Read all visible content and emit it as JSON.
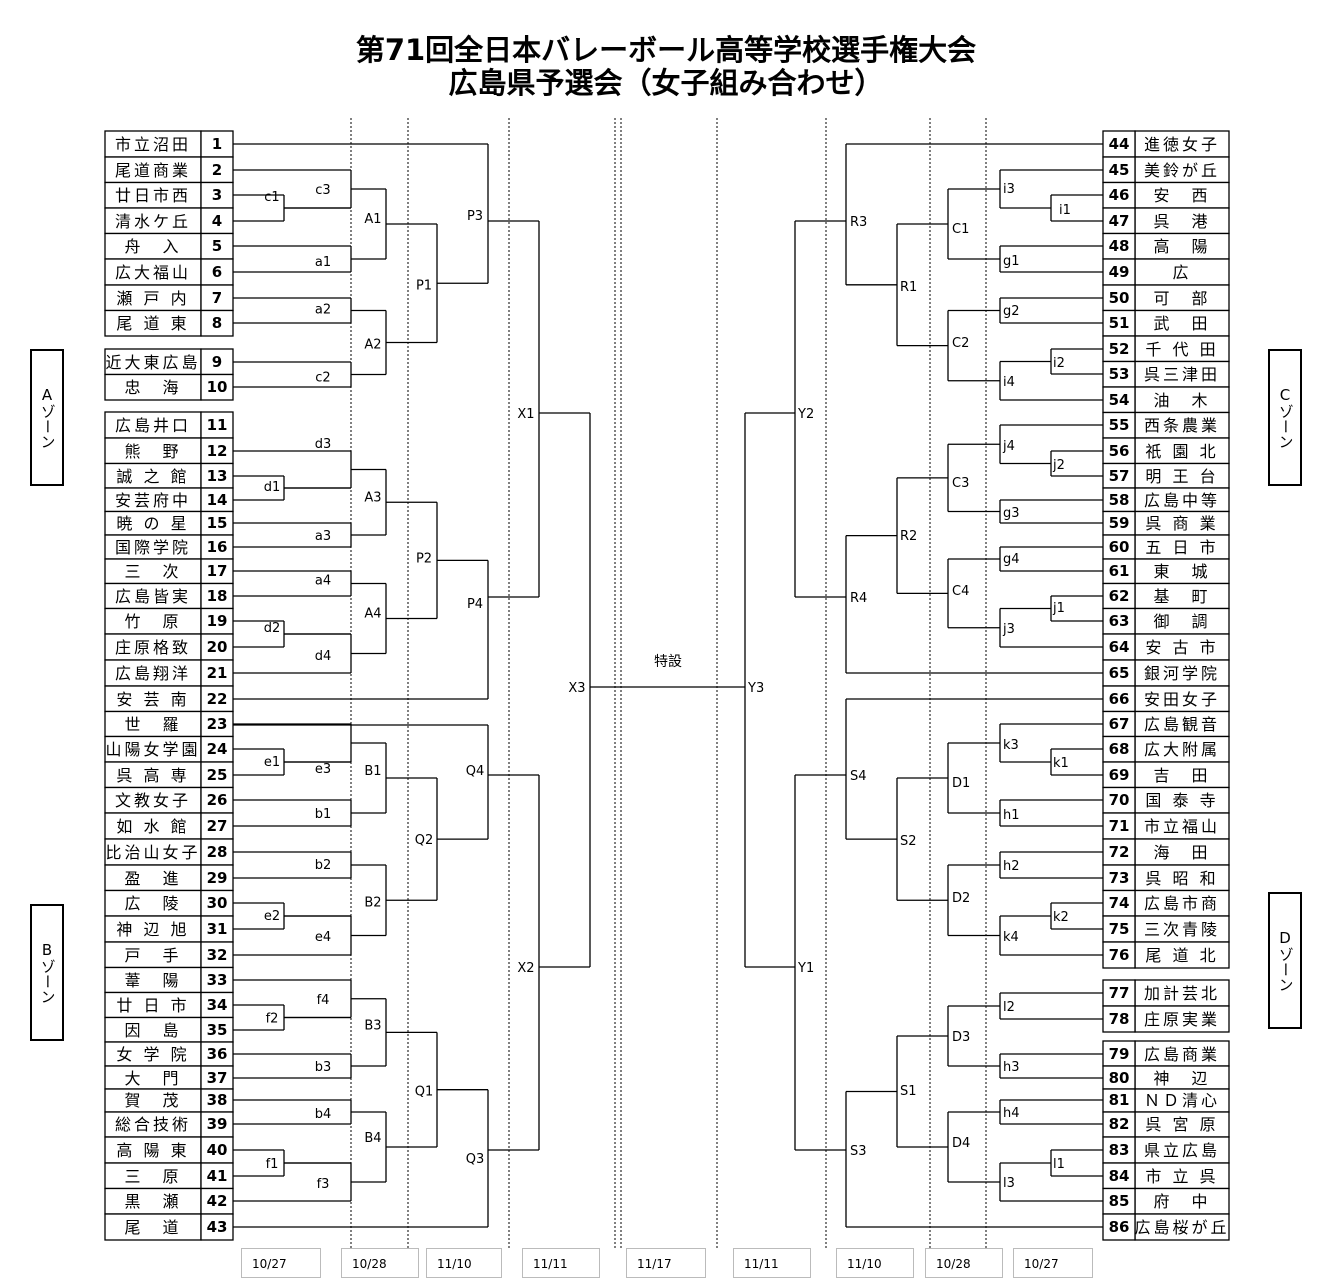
{
  "title": {
    "line1": "第71回全日本バレーボール高等学校選手権大会",
    "line2": "広島県予選会（女子組み合わせ）"
  },
  "teams": [
    {
      "no": "1",
      "name": "市立沼田"
    },
    {
      "no": "2",
      "name": "尾道商業"
    },
    {
      "no": "3",
      "name": "廿日市西"
    },
    {
      "no": "4",
      "name": "清水ケ丘"
    },
    {
      "no": "5",
      "name": "舟　入"
    },
    {
      "no": "6",
      "name": "広大福山"
    },
    {
      "no": "7",
      "name": "瀬 戸 内"
    },
    {
      "no": "8",
      "name": "尾 道 東"
    },
    {
      "no": "9",
      "name": "近大東広島"
    },
    {
      "no": "10",
      "name": "忠　海"
    },
    {
      "no": "11",
      "name": "広島井口"
    },
    {
      "no": "12",
      "name": "熊　野"
    },
    {
      "no": "13",
      "name": "誠 之 館"
    },
    {
      "no": "14",
      "name": "安芸府中"
    },
    {
      "no": "15",
      "name": "暁 の 星"
    },
    {
      "no": "16",
      "name": "国際学院"
    },
    {
      "no": "17",
      "name": "三　次"
    },
    {
      "no": "18",
      "name": "広島皆実"
    },
    {
      "no": "19",
      "name": "竹　原"
    },
    {
      "no": "20",
      "name": "庄原格致"
    },
    {
      "no": "21",
      "name": "広島翔洋"
    },
    {
      "no": "22",
      "name": "安 芸 南"
    },
    {
      "no": "23",
      "name": "世　羅"
    },
    {
      "no": "24",
      "name": "山陽女学園"
    },
    {
      "no": "25",
      "name": "呉 高 専"
    },
    {
      "no": "26",
      "name": "文教女子"
    },
    {
      "no": "27",
      "name": "如 水 館"
    },
    {
      "no": "28",
      "name": "比治山女子"
    },
    {
      "no": "29",
      "name": "盈　進"
    },
    {
      "no": "30",
      "name": "広　陵"
    },
    {
      "no": "31",
      "name": "神 辺 旭"
    },
    {
      "no": "32",
      "name": "戸　手"
    },
    {
      "no": "33",
      "name": "葦　陽"
    },
    {
      "no": "34",
      "name": "廿 日 市"
    },
    {
      "no": "35",
      "name": "因　島"
    },
    {
      "no": "36",
      "name": "女 学 院"
    },
    {
      "no": "37",
      "name": "大　門"
    },
    {
      "no": "38",
      "name": "賀　茂"
    },
    {
      "no": "39",
      "name": "総合技術"
    },
    {
      "no": "40",
      "name": "高 陽 東"
    },
    {
      "no": "41",
      "name": "三　原"
    },
    {
      "no": "42",
      "name": "黒　瀬"
    },
    {
      "no": "43",
      "name": "尾　道"
    },
    {
      "no": "44",
      "name": "進徳女子"
    },
    {
      "no": "45",
      "name": "美鈴が丘"
    },
    {
      "no": "46",
      "name": "安　西"
    },
    {
      "no": "47",
      "name": "呉　港"
    },
    {
      "no": "48",
      "name": "高　陽"
    },
    {
      "no": "49",
      "name": "広"
    },
    {
      "no": "50",
      "name": "可　部"
    },
    {
      "no": "51",
      "name": "武　田"
    },
    {
      "no": "52",
      "name": "千 代 田"
    },
    {
      "no": "53",
      "name": "呉三津田"
    },
    {
      "no": "54",
      "name": "油　木"
    },
    {
      "no": "55",
      "name": "西条農業"
    },
    {
      "no": "56",
      "name": "祇 園 北"
    },
    {
      "no": "57",
      "name": "明 王 台"
    },
    {
      "no": "58",
      "name": "広島中等"
    },
    {
      "no": "59",
      "name": "呉 商 業"
    },
    {
      "no": "60",
      "name": "五 日 市"
    },
    {
      "no": "61",
      "name": "東　城"
    },
    {
      "no": "62",
      "name": "基　町"
    },
    {
      "no": "63",
      "name": "御　調"
    },
    {
      "no": "64",
      "name": "安 古 市"
    },
    {
      "no": "65",
      "name": "銀河学院"
    },
    {
      "no": "66",
      "name": "安田女子"
    },
    {
      "no": "67",
      "name": "広島観音"
    },
    {
      "no": "68",
      "name": "広大附属"
    },
    {
      "no": "69",
      "name": "吉　田"
    },
    {
      "no": "70",
      "name": "国 泰 寺"
    },
    {
      "no": "71",
      "name": "市立福山"
    },
    {
      "no": "72",
      "name": "海　田"
    },
    {
      "no": "73",
      "name": "呉 昭 和"
    },
    {
      "no": "74",
      "name": "広島市商"
    },
    {
      "no": "75",
      "name": "三次青陵"
    },
    {
      "no": "76",
      "name": "尾 道 北"
    },
    {
      "no": "77",
      "name": "加計芸北"
    },
    {
      "no": "78",
      "name": "庄原実業"
    },
    {
      "no": "79",
      "name": "広島商業"
    },
    {
      "no": "80",
      "name": "神　辺"
    },
    {
      "no": "81",
      "name": "ＮＤ清心"
    },
    {
      "no": "82",
      "name": "呉 宮 原"
    },
    {
      "no": "83",
      "name": "県立広島"
    },
    {
      "no": "84",
      "name": "市 立 呉"
    },
    {
      "no": "85",
      "name": "府　中"
    },
    {
      "no": "86",
      "name": "広島桜が丘"
    }
  ],
  "matches": {
    "c3": "c3",
    "c1": "c1",
    "a1": "a1",
    "A1": "A1",
    "a2": "a2",
    "A2": "A2",
    "c2": "c2",
    "P1": "P1",
    "P3": "P3",
    "d3": "d3",
    "d1": "d1",
    "a3": "a3",
    "A3": "A3",
    "a4": "a4",
    "A4": "A4",
    "d2": "d2",
    "d4": "d4",
    "P2": "P2",
    "P4": "P4",
    "X1": "X1",
    "X3": "X3",
    "e3": "e3",
    "e1": "e1",
    "b1": "b1",
    "B1": "B1",
    "b2": "b2",
    "B2": "B2",
    "e2": "e2",
    "e4": "e4",
    "Q2": "Q2",
    "Q4": "Q4",
    "f4": "f4",
    "f2": "f2",
    "b3": "b3",
    "B3": "B3",
    "b4": "b4",
    "B4": "B4",
    "f1": "f1",
    "f3": "f3",
    "Q1": "Q1",
    "Q3": "Q3",
    "X2": "X2",
    "i3": "i3",
    "i1": "i1",
    "g1": "g1",
    "C1": "C1",
    "g2": "g2",
    "C2": "C2",
    "i2": "i2",
    "i4": "i4",
    "R1": "R1",
    "R3": "R3",
    "j4": "j4",
    "j2": "j2",
    "g3": "g3",
    "C3": "C3",
    "g4": "g4",
    "C4": "C4",
    "j1": "j1",
    "j3": "j3",
    "R2": "R2",
    "R4": "R4",
    "Y2": "Y2",
    "Y3": "Y3",
    "k3": "k3",
    "k1": "k1",
    "h1": "h1",
    "D1": "D1",
    "h2": "h2",
    "D2": "D2",
    "k2": "k2",
    "k4": "k4",
    "S2": "S2",
    "S4": "S4",
    "l2": "l2",
    "h3": "h3",
    "D3": "D3",
    "h4": "h4",
    "D4": "D4",
    "l1": "l1",
    "l3": "l3",
    "S1": "S1",
    "S3": "S3",
    "Y1": "Y1"
  },
  "final_label": "特設",
  "zones": {
    "A": {
      "letter": "A",
      "text": "ゾーン"
    },
    "B": {
      "letter": "B",
      "text": "ゾーン"
    },
    "C": {
      "letter": "C",
      "text": "ゾーン"
    },
    "D": {
      "letter": "D",
      "text": "ゾーン"
    }
  },
  "dates": [
    "10/27",
    "10/28",
    "11/10",
    "11/11",
    "11/17",
    "11/11",
    "11/10",
    "10/28",
    "10/27"
  ]
}
